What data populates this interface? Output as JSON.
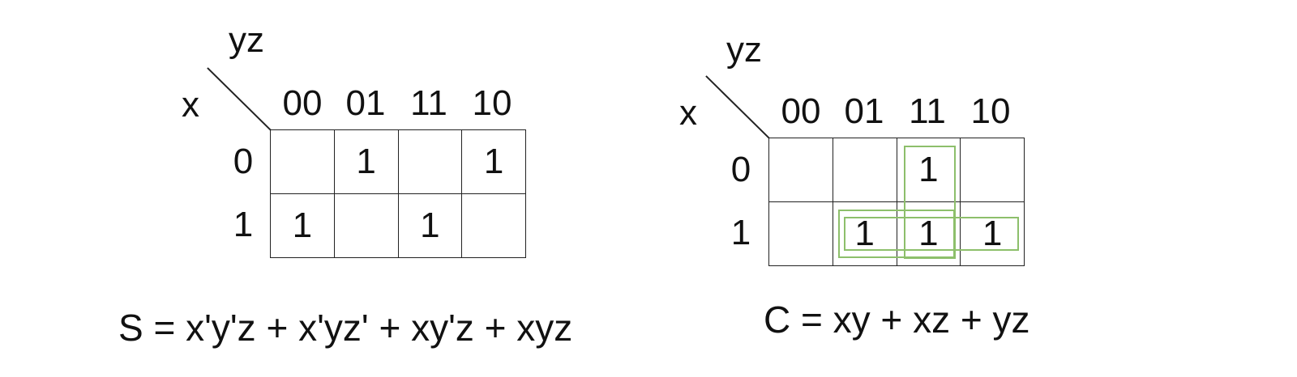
{
  "maps": [
    {
      "col_var": "yz",
      "row_var": "x",
      "col_headers": [
        "00",
        "01",
        "11",
        "10"
      ],
      "row_headers": [
        "0",
        "1"
      ],
      "cells": [
        [
          "",
          "1",
          "",
          "1"
        ],
        [
          "1",
          "",
          "1",
          ""
        ]
      ],
      "equation": "S = x'y'z + x'yz' + xy'z + xyz"
    },
    {
      "col_var": "yz",
      "row_var": "x",
      "col_headers": [
        "00",
        "01",
        "11",
        "10"
      ],
      "row_headers": [
        "0",
        "1"
      ],
      "cells": [
        [
          "",
          "",
          "1",
          ""
        ],
        [
          "",
          "1",
          "1",
          "1"
        ]
      ],
      "equation": "C = xy + xz + yz",
      "group_color": "#8dbf6b"
    }
  ]
}
